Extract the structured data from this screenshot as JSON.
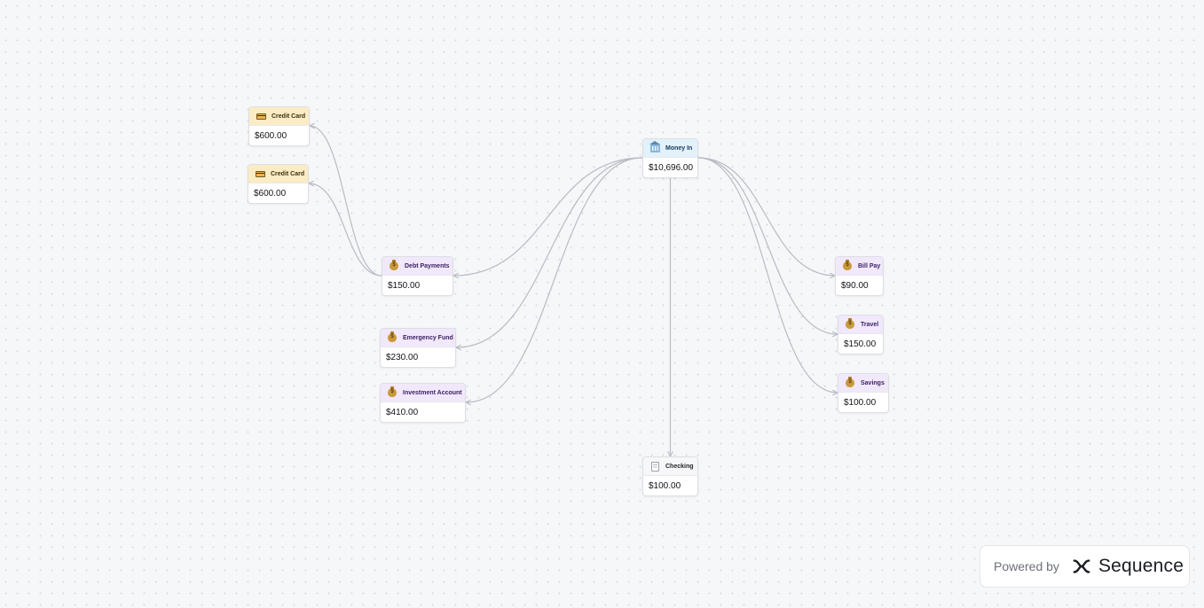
{
  "nodes": [
    {
      "id": "money_in",
      "type": "money",
      "icon": "bank-icon",
      "label": "Money In",
      "value": "$10,696.00"
    },
    {
      "id": "credit_card_1",
      "type": "credit",
      "icon": "credit-card-icon",
      "label": "Credit Card",
      "value": "$600.00"
    },
    {
      "id": "credit_card_2",
      "type": "credit",
      "icon": "credit-card-icon",
      "label": "Credit Card",
      "value": "$600.00"
    },
    {
      "id": "debt_payments",
      "type": "bucket",
      "icon": "money-bag-icon",
      "label": "Debt Payments",
      "value": "$150.00"
    },
    {
      "id": "emergency_fund",
      "type": "bucket",
      "icon": "money-bag-icon",
      "label": "Emergency Fund",
      "value": "$230.00"
    },
    {
      "id": "investment_account",
      "type": "bucket",
      "icon": "money-bag-icon",
      "label": "Investment Account",
      "value": "$410.00"
    },
    {
      "id": "bill_pay",
      "type": "bucket",
      "icon": "money-bag-icon",
      "label": "Bill Pay",
      "value": "$90.00"
    },
    {
      "id": "travel",
      "type": "bucket",
      "icon": "money-bag-icon",
      "label": "Travel",
      "value": "$150.00"
    },
    {
      "id": "savings",
      "type": "bucket",
      "icon": "money-bag-icon",
      "label": "Savings",
      "value": "$100.00"
    },
    {
      "id": "checking",
      "type": "checking",
      "icon": "document-icon",
      "label": "Checking",
      "value": "$100.00"
    }
  ],
  "edges": [
    {
      "from": "money_in",
      "to": "debt_payments"
    },
    {
      "from": "money_in",
      "to": "emergency_fund"
    },
    {
      "from": "money_in",
      "to": "investment_account"
    },
    {
      "from": "money_in",
      "to": "bill_pay"
    },
    {
      "from": "money_in",
      "to": "travel"
    },
    {
      "from": "money_in",
      "to": "savings"
    },
    {
      "from": "money_in",
      "to": "checking"
    },
    {
      "from": "debt_payments",
      "to": "credit_card_1"
    },
    {
      "from": "debt_payments",
      "to": "credit_card_2"
    }
  ],
  "colors": {
    "edge": "#b8bcc4",
    "credit_header": "#fbecc4",
    "money_header": "#e3f1fb",
    "bucket_header": "#f1e8fb",
    "checking_header": "#f6f7f9"
  },
  "footer": {
    "powered_by": "Powered by",
    "brand": "Sequence",
    "logo_icon": "sequence-logo-icon"
  }
}
